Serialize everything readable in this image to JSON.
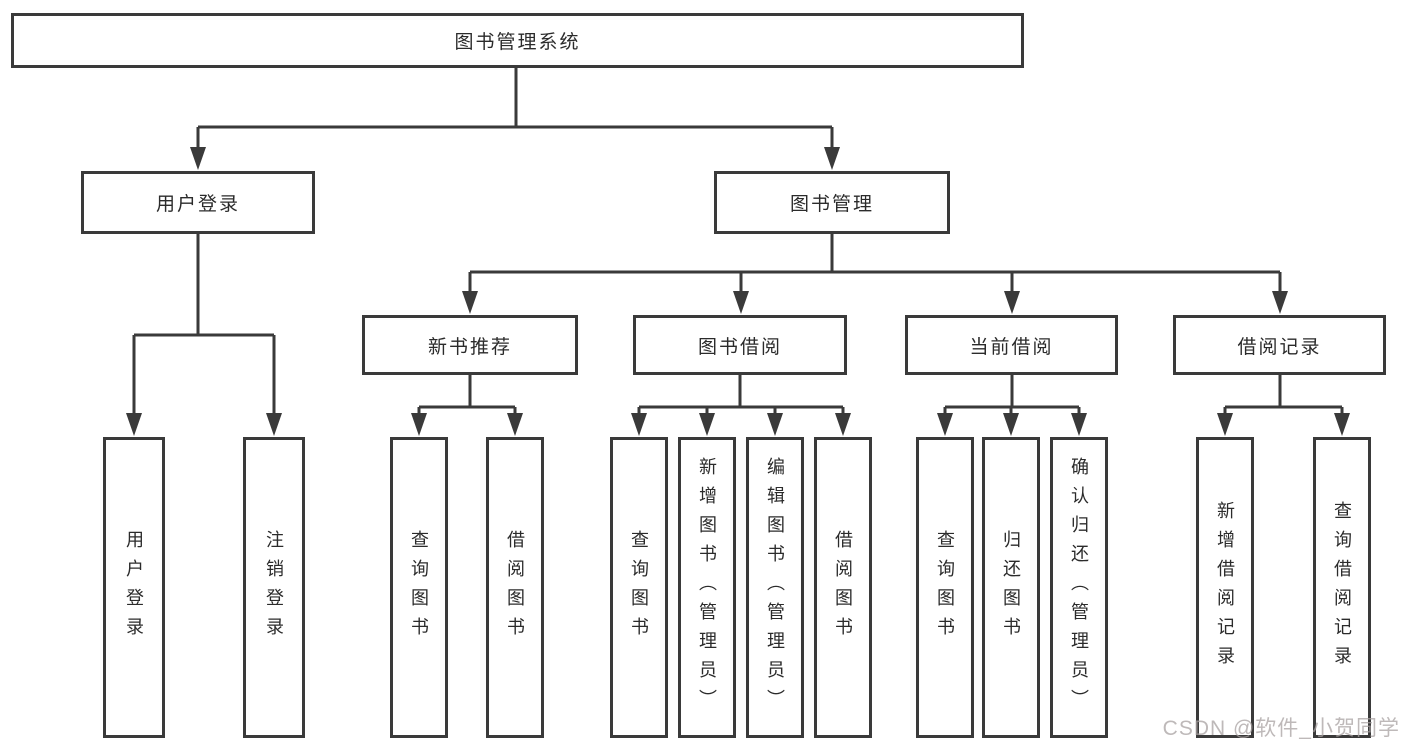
{
  "diagram": {
    "type": "tree",
    "orientation": "top-down",
    "colors": {
      "line": "#3a3a3a",
      "box_border": "#3a3a3a",
      "box_background": "#ffffff",
      "text": "#2b2b2b",
      "watermark": "#a8a2a2"
    },
    "nodes": {
      "root": "图书管理系统",
      "user_login": "用户登录",
      "book_mgmt": "图书管理",
      "new_book_rec": "新书推荐",
      "book_borrow": "图书借阅",
      "current_borrow": "当前借阅",
      "borrow_record": "借阅记录",
      "user_login_leaf": "用户登录",
      "logout_leaf": "注销登录",
      "nbr_query_book": "查询图书",
      "nbr_borrow_book": "借阅图书",
      "bb_query_book": "查询图书",
      "bb_add_book": "新增图书（管理员）",
      "bb_edit_book": "编辑图书（管理员）",
      "bb_borrow_book": "借阅图书",
      "cb_query_book": "查询图书",
      "cb_return_book": "归还图书",
      "cb_confirm_return": "确认归还（管理员）",
      "br_add_record": "新增借阅记录",
      "br_query_record": "查询借阅记录"
    },
    "edges": [
      [
        "图书管理系统",
        "用户登录"
      ],
      [
        "图书管理系统",
        "图书管理"
      ],
      [
        "用户登录",
        "用户登录"
      ],
      [
        "用户登录",
        "注销登录"
      ],
      [
        "图书管理",
        "新书推荐"
      ],
      [
        "图书管理",
        "图书借阅"
      ],
      [
        "图书管理",
        "当前借阅"
      ],
      [
        "图书管理",
        "借阅记录"
      ],
      [
        "新书推荐",
        "查询图书"
      ],
      [
        "新书推荐",
        "借阅图书"
      ],
      [
        "图书借阅",
        "查询图书"
      ],
      [
        "图书借阅",
        "新增图书（管理员）"
      ],
      [
        "图书借阅",
        "编辑图书（管理员）"
      ],
      [
        "图书借阅",
        "借阅图书"
      ],
      [
        "当前借阅",
        "查询图书"
      ],
      [
        "当前借阅",
        "归还图书"
      ],
      [
        "当前借阅",
        "确认归还（管理员）"
      ],
      [
        "借阅记录",
        "新增借阅记录"
      ],
      [
        "借阅记录",
        "查询借阅记录"
      ]
    ],
    "watermark": "CSDN @软件_小贺同学"
  }
}
